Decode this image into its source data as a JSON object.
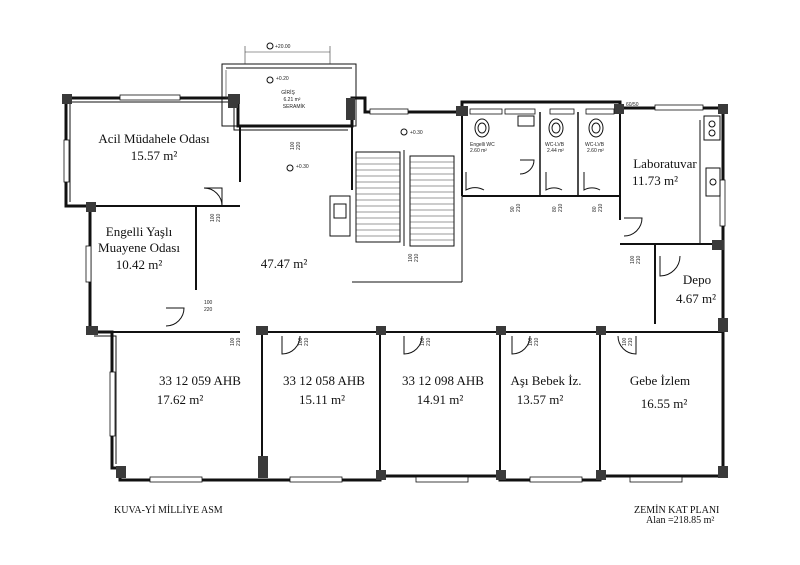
{
  "rooms": [
    {
      "id": "acil",
      "name": "Acil Müdahele Odası",
      "area": "15.57 m²"
    },
    {
      "id": "engelli-muayene",
      "name_line1": "Engelli Yaşlı",
      "name_line2": "Muayene Odası",
      "area": "10.42 m²"
    },
    {
      "id": "hol",
      "area": "47.47 m²"
    },
    {
      "id": "laboratuvar",
      "name": "Laboratuvar",
      "area": "11.73 m²"
    },
    {
      "id": "depo",
      "name": "Depo",
      "area": "4.67 m²"
    },
    {
      "id": "ahb-059",
      "name": "33 12 059 AHB",
      "area": "17.62 m²"
    },
    {
      "id": "ahb-058",
      "name": "33 12 058 AHB",
      "area": "15.11 m²"
    },
    {
      "id": "ahb-098",
      "name": "33 12 098 AHB",
      "area": "14.91 m²"
    },
    {
      "id": "asi-bebek",
      "name": "Aşı Bebek İz.",
      "area": "13.57 m²"
    },
    {
      "id": "gebe",
      "name": "Gebe İzlem",
      "area": "16.55 m²"
    }
  ],
  "entrance": {
    "name": "GİRİŞ",
    "area": "6.21 m²",
    "floor": "SERAMİK"
  },
  "wc": [
    {
      "name": "Engelli WC",
      "area": "2.60 m²"
    },
    {
      "name": "WC-LVB",
      "area": "2.44 m²"
    },
    {
      "name": "WC-LVB",
      "area": "2.60 m²"
    }
  ],
  "levels": {
    "entry_top": "+20.00",
    "entry_inner": "+0.20",
    "hall": "+0.30",
    "stair": "+0.30"
  },
  "door_dims": {
    "d100_210": [
      "100",
      "210"
    ],
    "d100_220": [
      "100",
      "220"
    ],
    "d90_210": [
      "90",
      "210"
    ],
    "d80_210": [
      "80",
      "210"
    ]
  },
  "window_dim": "60/50",
  "footer": {
    "left": "KUVA-Yİ MİLLİYE ASM",
    "title": "ZEMİN KAT PLANI",
    "area": "Alan =218.85 m²"
  }
}
